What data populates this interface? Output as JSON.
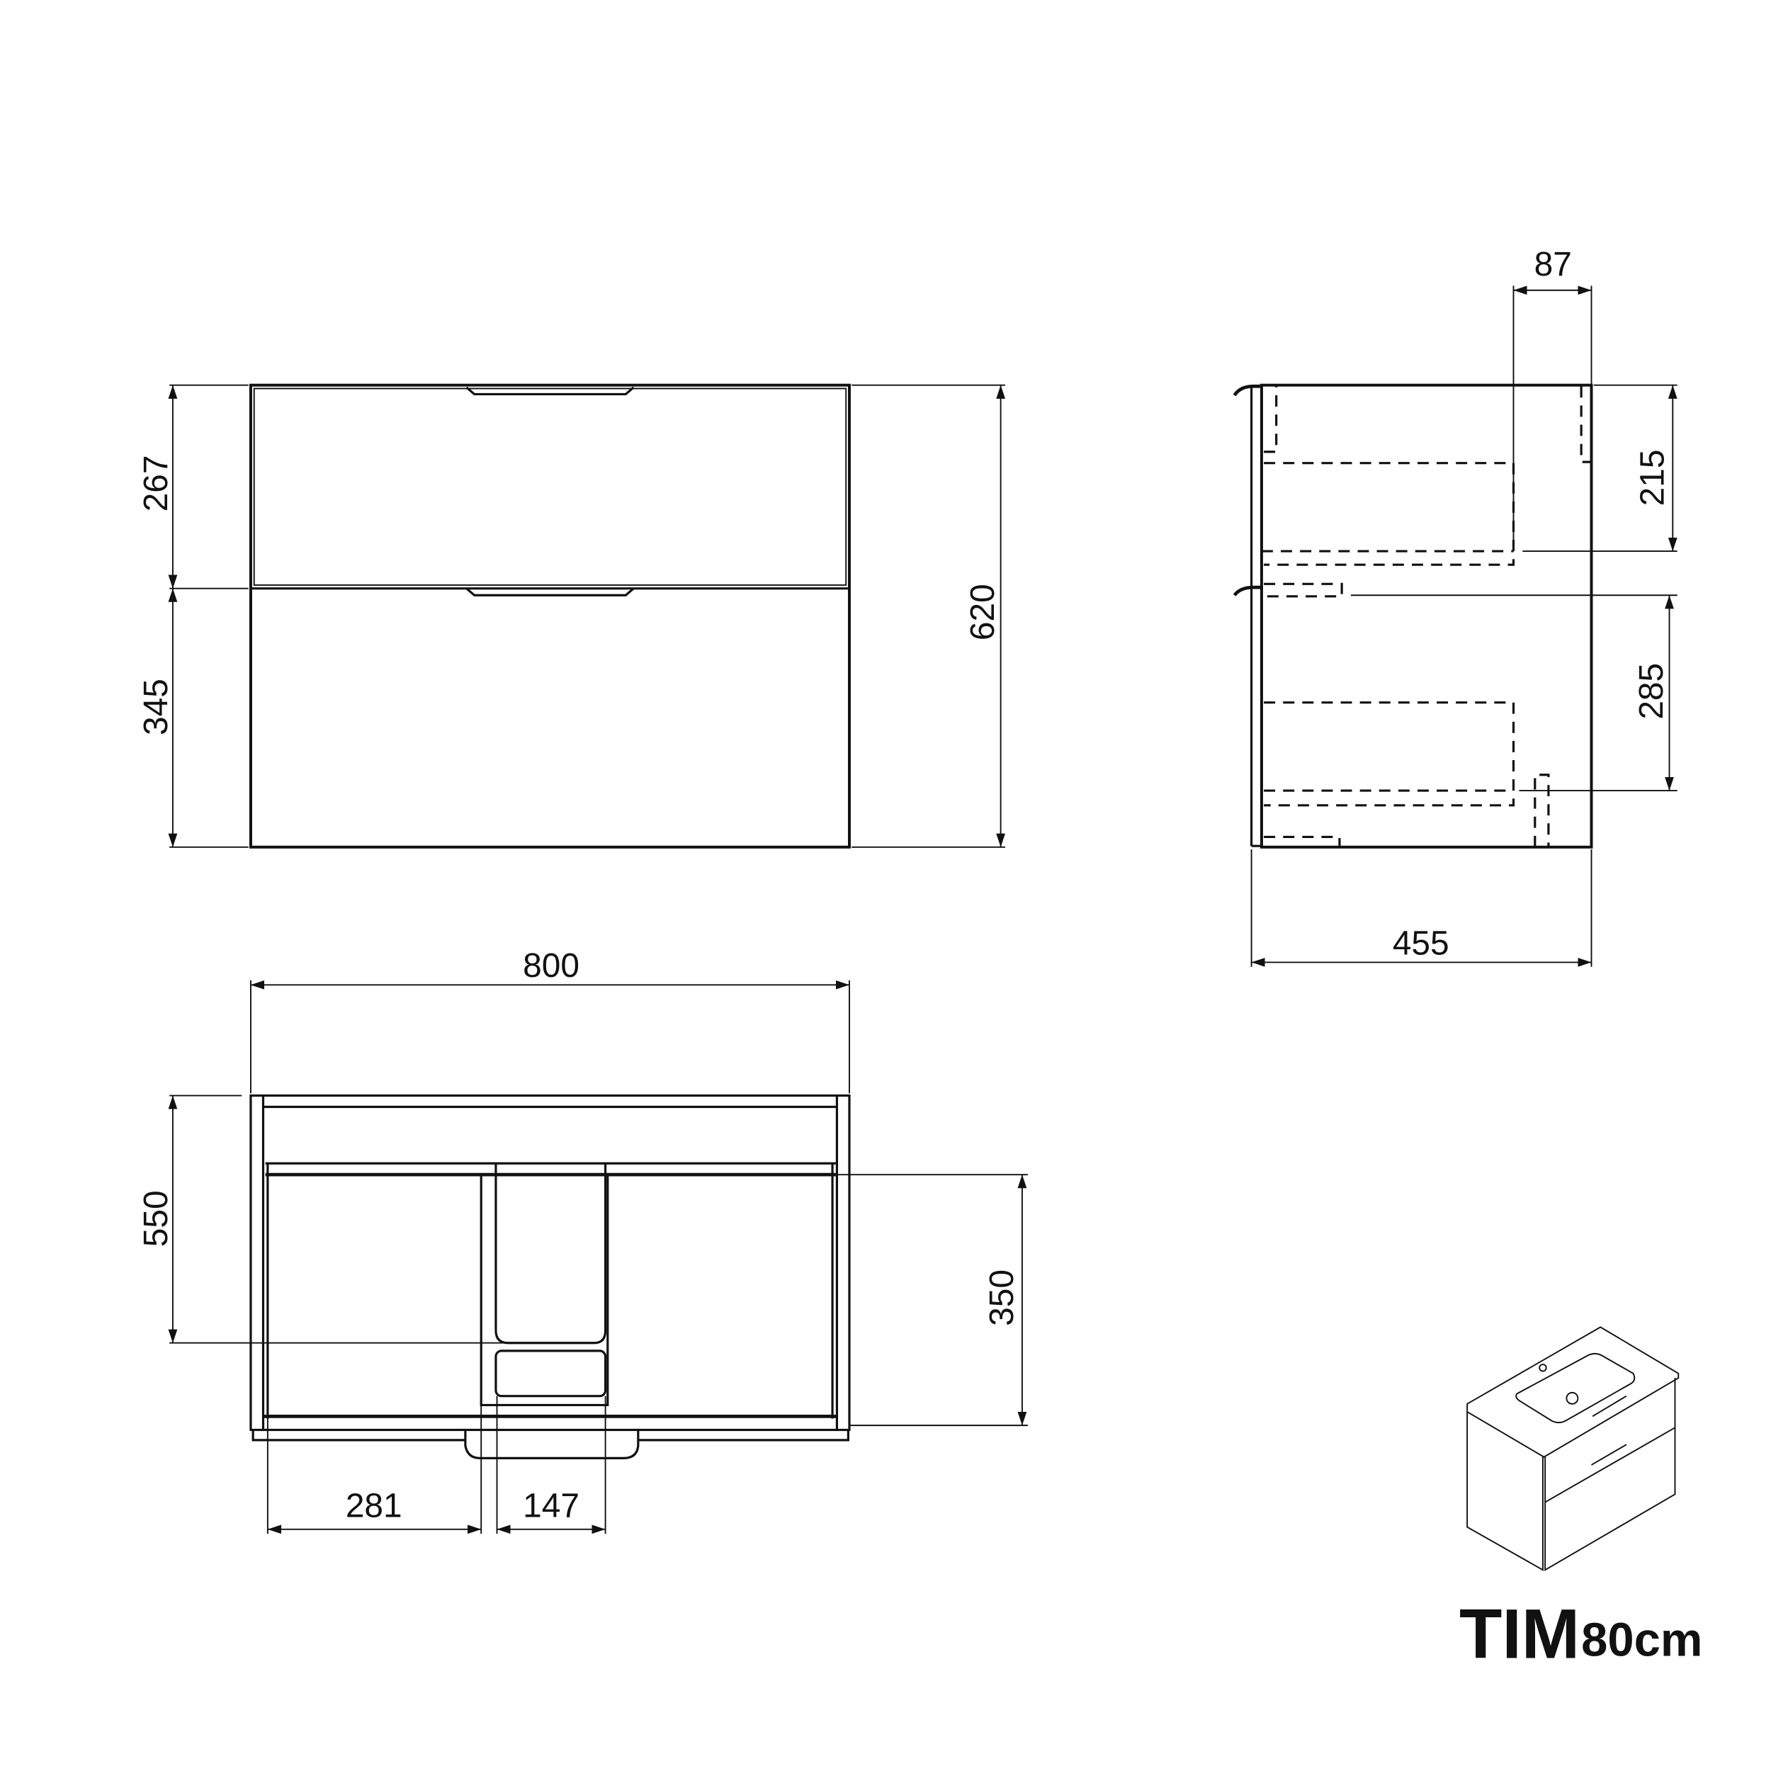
{
  "product": {
    "name": "TIM",
    "size": "80cm"
  },
  "dimensions_mm": {
    "front_top_drawer_height": "267",
    "front_bottom_drawer_height": "345",
    "total_height": "620",
    "side_back_gap": "87",
    "side_upper_cutout_height": "215",
    "side_lower_cutout_height": "285",
    "total_depth": "455",
    "total_width": "800",
    "top_view_left_depth": "550",
    "top_view_drawer_depth": "350",
    "top_view_left_offset": "281",
    "top_view_siphon_width": "147"
  }
}
